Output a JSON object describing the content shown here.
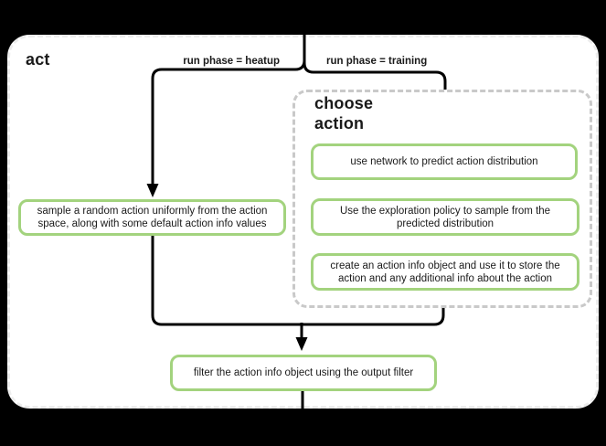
{
  "diagram": {
    "title": "act",
    "edge_labels": {
      "heatup": "run phase = heatup",
      "training": "run phase = training"
    },
    "nodes": {
      "sample_random": "sample a random action uniformly from the action space, along with some default action info values",
      "filter_output": "filter the action info object using the output filter"
    },
    "choose_action_group": {
      "title": "choose action",
      "steps": [
        "use network to predict action distribution",
        "Use the exploration policy to sample from the predicted distribution",
        "create an action info object and use it to store the action and any additional info about the action"
      ]
    },
    "colors": {
      "background": "#000000",
      "surface": "#ffffff",
      "outer_border": "#ededed",
      "group_border": "#c9c9c9",
      "node_border": "#a3d37e",
      "edge": "#000000"
    }
  }
}
